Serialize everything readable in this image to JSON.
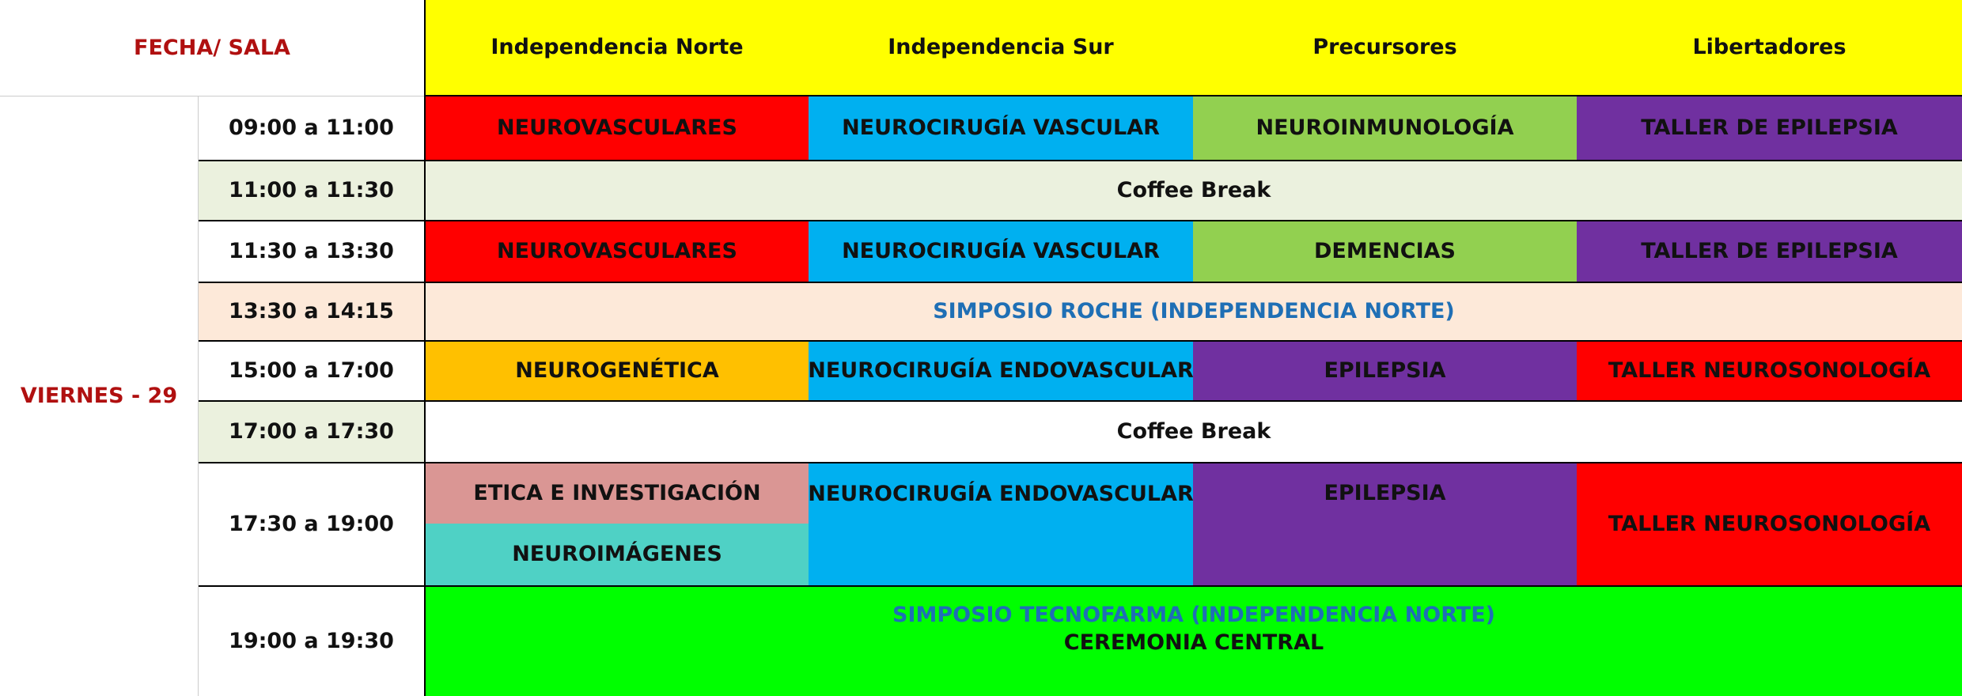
{
  "header": {
    "corner": "FECHA/ SALA",
    "rooms": [
      "Independencia Norte",
      "Independencia Sur",
      "Precursores",
      "Libertadores"
    ]
  },
  "day": "VIERNES - 29",
  "slots": [
    {
      "time": "09:00 a 11:00",
      "sessions": [
        "NEUROVASCULARES",
        "NEUROCIRUGÍA VASCULAR",
        "NEUROINMUNOLOGÍA",
        "TALLER DE EPILEPSIA"
      ]
    },
    {
      "time": "11:00 a 11:30",
      "full": "Coffee Break"
    },
    {
      "time": "11:30 a 13:30",
      "sessions": [
        "NEUROVASCULARES",
        "NEUROCIRUGÍA VASCULAR",
        "DEMENCIAS",
        "TALLER DE EPILEPSIA"
      ]
    },
    {
      "time": "13:30 a 14:15",
      "full": "SIMPOSIO ROCHE (INDEPENDENCIA NORTE)"
    },
    {
      "time": "15:00 a 17:00",
      "sessions": [
        "NEUROGENÉTICA",
        "NEUROCIRUGÍA ENDOVASCULAR",
        "EPILEPSIA",
        "TALLER NEUROSONOLOGÍA"
      ]
    },
    {
      "time": "17:00 a 17:30",
      "full": "Coffee Break"
    },
    {
      "time": "17:30 a 19:00",
      "sessions_top": [
        "ETICA E INVESTIGACIÓN",
        "NEUROCIRUGÍA ENDOVASCULAR",
        "EPILEPSIA"
      ],
      "sessions_bottom": [
        "NEUROIMÁGENES"
      ],
      "merged_right": "TALLER NEUROSONOLOGÍA"
    },
    {
      "time": "19:00 a 19:30",
      "full_line1": "SIMPOSIO TECNOFARMA (INDEPENDENCIA NORTE)",
      "full_line2": "CEREMONIA CENTRAL"
    }
  ],
  "colors": {
    "header_yellow": "#ffff00",
    "red": "#ff0000",
    "cyan": "#00b0f0",
    "light_green": "#92d050",
    "purple": "#7030a0",
    "orange": "#ffc000",
    "rose": "#da9694",
    "teal": "#4fd1c5",
    "bright_green": "#00ff00",
    "coffee": "#ebf1de",
    "roche": "#fde9d9"
  }
}
